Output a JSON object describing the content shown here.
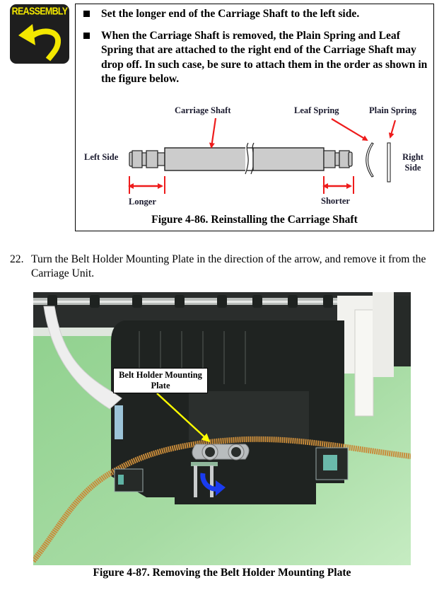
{
  "badge": {
    "label": "REASSEMBLY",
    "icon": "curved-return-arrow-icon",
    "colors": {
      "background": "#1e1e1e",
      "foreground": "#f3e800"
    }
  },
  "note": {
    "bullets": [
      "Set the longer end of the Carriage Shaft to the left side.",
      "When the Carriage Shaft is removed, the Plain Spring and Leaf Spring that are attached to the right end of the Carriage Shaft may drop off. In such case, be sure to attach them in the order as shown in the figure below."
    ],
    "diagram": {
      "labels": {
        "carriage_shaft": "Carriage Shaft",
        "leaf_spring": "Leaf Spring",
        "plain_spring": "Plain Spring",
        "left_side": "Left Side",
        "right_side_line1": "Right",
        "right_side_line2": "Side",
        "longer": "Longer",
        "shorter": "Shorter"
      },
      "arrow_color": "#ee1c1c"
    },
    "figure_caption": "Figure 4-86. Reinstalling the Carriage Shaft"
  },
  "step": {
    "number": "22.",
    "text": "Turn the Belt Holder Mounting Plate in the direction of the arrow, and remove it from the Carriage Unit."
  },
  "photo": {
    "callout_line1": "Belt Holder Mounting",
    "callout_line2": "Plate",
    "callout_arrow_color": "#ffff00",
    "rotation_arrow_color": "#1a3cf0",
    "figure_caption": "Figure 4-87. Removing the Belt Holder Mounting Plate"
  }
}
